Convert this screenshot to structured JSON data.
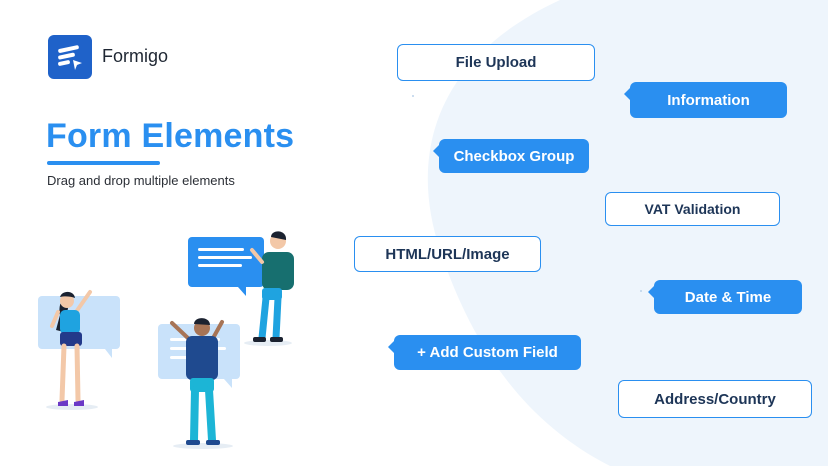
{
  "brand": {
    "name": "Formigo"
  },
  "hero": {
    "title": "Form Elements",
    "subtitle": "Drag and drop multiple elements"
  },
  "elements": [
    {
      "label": "File Upload",
      "style": "outline"
    },
    {
      "label": "Information",
      "style": "filled"
    },
    {
      "label": "Checkbox Group",
      "style": "filled"
    },
    {
      "label": "VAT Validation",
      "style": "outline"
    },
    {
      "label": "HTML/URL/Image",
      "style": "outline"
    },
    {
      "label": "Date & Time",
      "style": "filled"
    },
    {
      "label": "+ Add Custom Field",
      "style": "filled"
    },
    {
      "label": "Address/Country",
      "style": "outline"
    }
  ],
  "colors": {
    "accent": "#2a8ff0",
    "logo": "#1f62c9",
    "background_blob": "#eef5fc"
  }
}
